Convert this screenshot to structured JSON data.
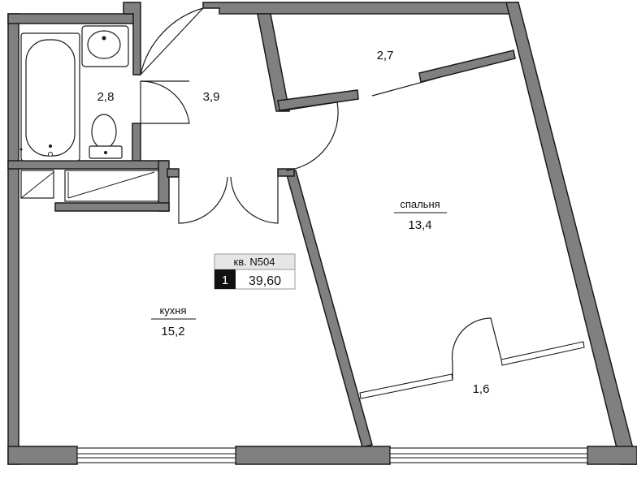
{
  "apartment": {
    "number_label": "кв. N504",
    "rooms_count": "1",
    "total_area": "39,60"
  },
  "rooms": {
    "bathroom_area": "2,8",
    "hall_area": "3,9",
    "wardrobe_area": "2,7",
    "bedroom_name": "спальня",
    "bedroom_area": "13,4",
    "kitchen_name": "кухня",
    "kitchen_area": "15,2",
    "balcony_area": "1,6"
  },
  "colors": {
    "wall_fill": "#808080",
    "line": "#1a1a1a",
    "badge_dark": "#111111",
    "badge_light": "#e6e6e6"
  }
}
